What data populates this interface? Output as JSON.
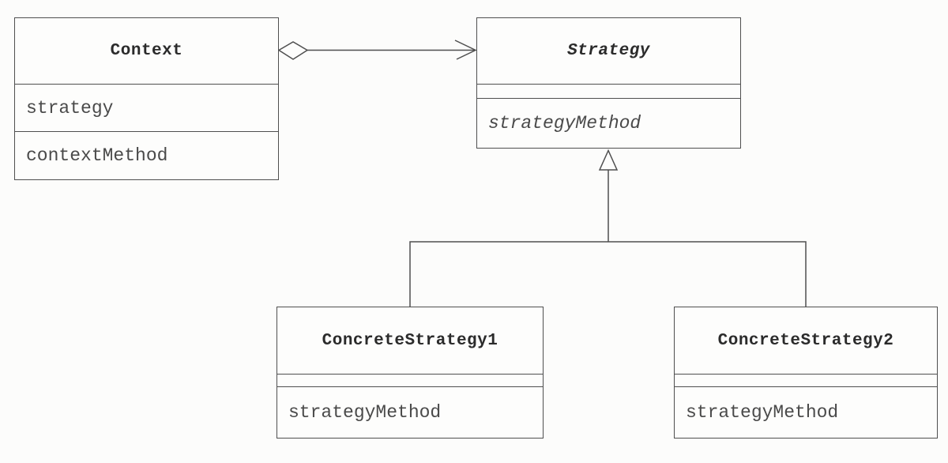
{
  "diagram": {
    "kind": "uml-class-diagram",
    "pattern": "Strategy",
    "classes": [
      {
        "id": "context",
        "name": "Context",
        "abstract": false,
        "attributes": [
          "strategy"
        ],
        "methods": [
          "contextMethod"
        ]
      },
      {
        "id": "strategy",
        "name": "Strategy",
        "abstract": true,
        "attributes": [],
        "methods": [
          "strategyMethod"
        ]
      },
      {
        "id": "concrete-strategy-1",
        "name": "ConcreteStrategy1",
        "abstract": false,
        "attributes": [],
        "methods": [
          "strategyMethod"
        ]
      },
      {
        "id": "concrete-strategy-2",
        "name": "ConcreteStrategy2",
        "abstract": false,
        "attributes": [],
        "methods": [
          "strategyMethod"
        ]
      }
    ],
    "relationships": [
      {
        "type": "aggregation",
        "from": "Context",
        "to": "Strategy",
        "marker_at_source": "hollow-diamond",
        "marker_at_target": "open-arrowhead"
      },
      {
        "type": "generalization",
        "from": "ConcreteStrategy1",
        "to": "Strategy",
        "marker_at_target": "hollow-triangle"
      },
      {
        "type": "generalization",
        "from": "ConcreteStrategy2",
        "to": "Strategy",
        "marker_at_target": "hollow-triangle"
      }
    ],
    "colors": {
      "background": "#fcfcfb",
      "box_fill": "#fdfdfc",
      "line": "#4f4f4f",
      "title_text": "#2b2b2b",
      "member_text": "#4a4a4a"
    }
  }
}
